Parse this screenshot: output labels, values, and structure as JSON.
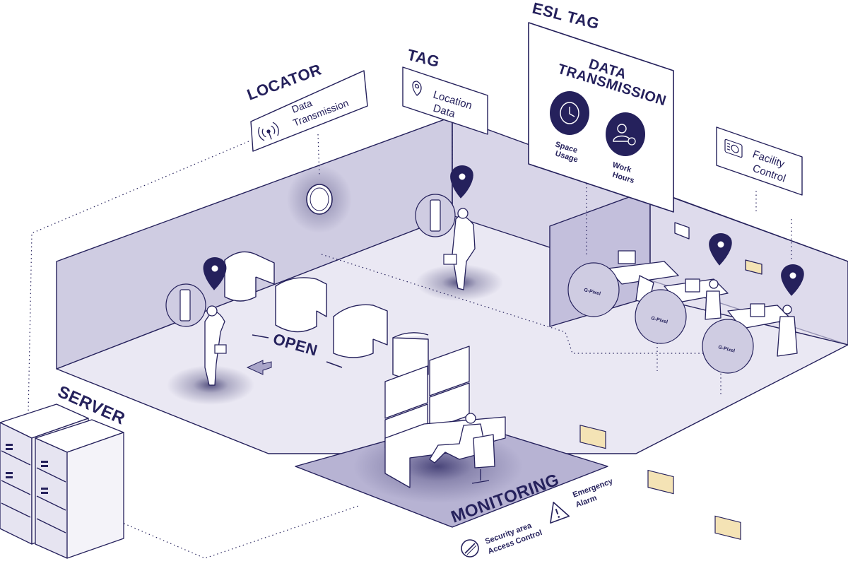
{
  "labels": {
    "locator_heading": "LOCATOR",
    "locator_line1": "Data",
    "locator_line2": "Transmission",
    "tag_heading": "TAG",
    "tag_line1": "Location",
    "tag_line2": "Data",
    "esl_heading": "ESL TAG",
    "esl_title_line1": "DATA",
    "esl_title_line2": "TRANSMISSION",
    "space_line1": "Space",
    "space_line2": "Usage",
    "work_line1": "Work",
    "work_line2": "Hours",
    "facility_line1": "Facility",
    "facility_line2": "Control",
    "server_heading": "SERVER",
    "open_label": "OPEN",
    "monitoring_heading": "MONITORING",
    "emergency_line1": "Emergency",
    "emergency_line2": "Alarm",
    "security_line1": "Security area",
    "security_line2": "Access Control",
    "display_brand": "G-Pixel"
  },
  "colors": {
    "ink": "#25215c",
    "wall": "#cfcce2",
    "wall_dark": "#bdb9d8",
    "floor": "#eae8f3",
    "accent_light": "#f4e3b5"
  },
  "icons": [
    "antenna-icon",
    "location-pin-icon",
    "clock-icon",
    "user-clock-icon",
    "facility-control-icon",
    "warning-icon",
    "no-entry-icon"
  ]
}
